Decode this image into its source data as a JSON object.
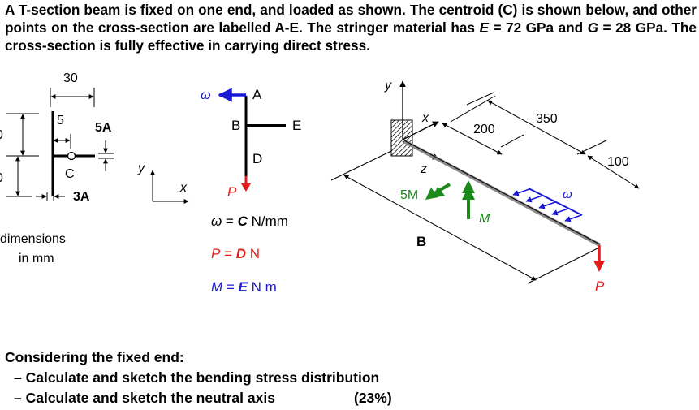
{
  "intro": {
    "line1": "A T-section beam is fixed on one end, and loaded as shown. The centroid (C) is shown",
    "line2": "below, and other points on the cross-section are labelled A-E. The stringer material has",
    "line3_E": "E",
    "line3_E_value": " = 72 GPa and ",
    "line3_G": "G",
    "line3_G_value": " = 28 GPa. The cross-section is fully effective in carrying direct stress."
  },
  "section": {
    "dim_width": "30",
    "dim_5": "5",
    "dim_5A": "5A",
    "dim_3A": "3A",
    "centroid": "C",
    "left_dim_top": "0",
    "left_dim_bottom": "0",
    "axis_y": "y",
    "axis_x": "x",
    "units_line1": "dimensions",
    "units_line2": "in mm"
  },
  "points": {
    "omega": "ω",
    "A": "A",
    "B": "B",
    "E": "E",
    "D": "D",
    "P": "P"
  },
  "loads": {
    "omega_sym": "ω",
    "omega_eq": " = ",
    "omega_var": "C",
    "omega_unit": " N/mm",
    "P_sym": "P",
    "P_eq": " = ",
    "P_var": "D",
    "P_unit": " N",
    "M_sym": "M",
    "M_eq": " = ",
    "M_var": "E",
    "M_unit": " N m"
  },
  "beam": {
    "axis_y": "y",
    "axis_x": "x",
    "axis_z": "z",
    "dim_200": "200",
    "dim_350": "350",
    "dim_100": "100",
    "label_B": "B",
    "moment_5M": "5M",
    "moment_M": "M",
    "omega": "ω",
    "P": "P"
  },
  "question": {
    "heading": "Considering the fixed end:",
    "bullet1": "– Calculate and sketch the bending stress distribution",
    "bullet2": "– Calculate and sketch the neutral axis",
    "marks": "(23%)"
  },
  "colors": {
    "blue": "#1a1ad6",
    "red": "#e21b1b",
    "green": "#1b8a1b",
    "beam_grey": "#8a8a8a"
  }
}
